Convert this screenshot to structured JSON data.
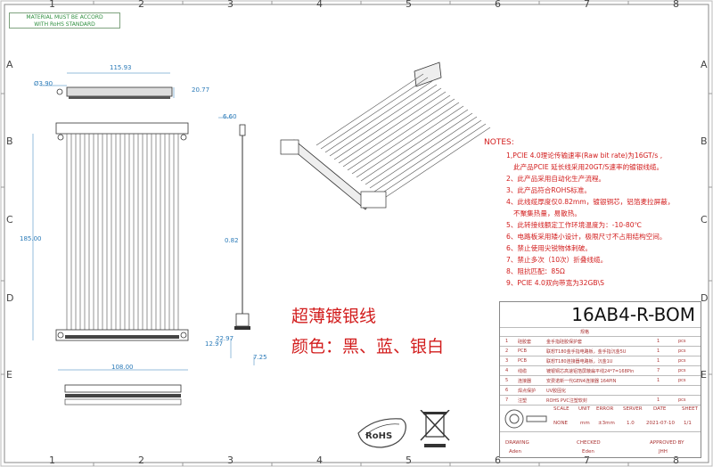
{
  "frame": {
    "columns": [
      "1",
      "2",
      "3",
      "4",
      "5",
      "6",
      "7",
      "8"
    ],
    "rows": [
      "A",
      "B",
      "C",
      "D",
      "E"
    ]
  },
  "material_note": [
    "MATERIAL MUST BE ACCORD",
    "WITH RoHS STANDARD"
  ],
  "dimensions": {
    "top_width": "115.93",
    "hole": "Ø3.90",
    "top_height": "20.77",
    "side_top": "6.60",
    "length": "185.00",
    "thickness": "0.82",
    "bottom_width": "108.00",
    "side_a": "22.97",
    "side_b": "12.97",
    "side_c": "7.25"
  },
  "notes": {
    "title": "NOTES:",
    "items": [
      "1,PCIE 4.0理论传输速率(Raw bit rate)为16GT/s ,",
      "此产品PCIE 延长线采用20GT/S速率的镀银线缆。",
      "2、此产品采用自动化生产流程。",
      "3、此产品符合ROHS标准。",
      "4、此线缆厚度仅0.82mm，镀银铜芯，铝箔麦拉屏蔽，",
      "不聚集热量，易散热。",
      "5、此转接线额定工作环境温度为：-10-80℃",
      "6、电路板采用矮小设计，极限尺寸不占用结构空间。",
      "6、禁止使用尖锐物体刺破。",
      "7、禁止多次（10次）折叠线缆。",
      "8、阻抗匹配：85Ω",
      "9、PCIE 4.0双向带宽为32GB\\S"
    ]
  },
  "headline": "超薄镀银线",
  "colors_line": "颜色：黑、蓝、银白",
  "title_block": {
    "part_no": "16AB4-R-BOM",
    "header": "规格",
    "rows": [
      {
        "no": "1",
        "name": "硅胶套",
        "spec": "金手指硅胶保护套",
        "qty": "1",
        "unit": "pcs"
      },
      {
        "no": "2",
        "name": "PCB",
        "spec": "联想T180金手指电路板，金手指沉金5U",
        "qty": "1",
        "unit": "pcs"
      },
      {
        "no": "3",
        "name": "PCB",
        "spec": "联想T180连接器电路板，沉金1U",
        "qty": "1",
        "unit": "pcs"
      },
      {
        "no": "4",
        "name": "线缆",
        "spec": "镀银铜芯高速铝箔屏蔽扁平线24*7=168Pin",
        "qty": "7",
        "unit": "pcs"
      },
      {
        "no": "5",
        "name": "连接器",
        "spec": "安费诺新一代GEN4连接器 164PIN",
        "qty": "1",
        "unit": "pcs"
      },
      {
        "no": "6",
        "name": "焊点保护",
        "spec": "UV胶固化",
        "qty": "",
        "unit": ""
      },
      {
        "no": "7",
        "name": "注塑",
        "spec": "ROHS PVC注塑软封",
        "qty": "1",
        "unit": "pcs"
      }
    ],
    "meta_labels": [
      "SCALE",
      "UNIT",
      "ERROR",
      "SERVER",
      "DATE",
      "SHEET"
    ],
    "meta_values": [
      "NONE",
      "mm",
      "±3mm",
      "1.0",
      "2021-07-10",
      "1/1"
    ],
    "sign_labels": [
      "DRAWING",
      "CHECKED",
      "APPROVED BY"
    ],
    "sign_values": [
      "Aden",
      "Eden",
      "JHH"
    ]
  },
  "logos": {
    "rohs": "RoHS"
  }
}
